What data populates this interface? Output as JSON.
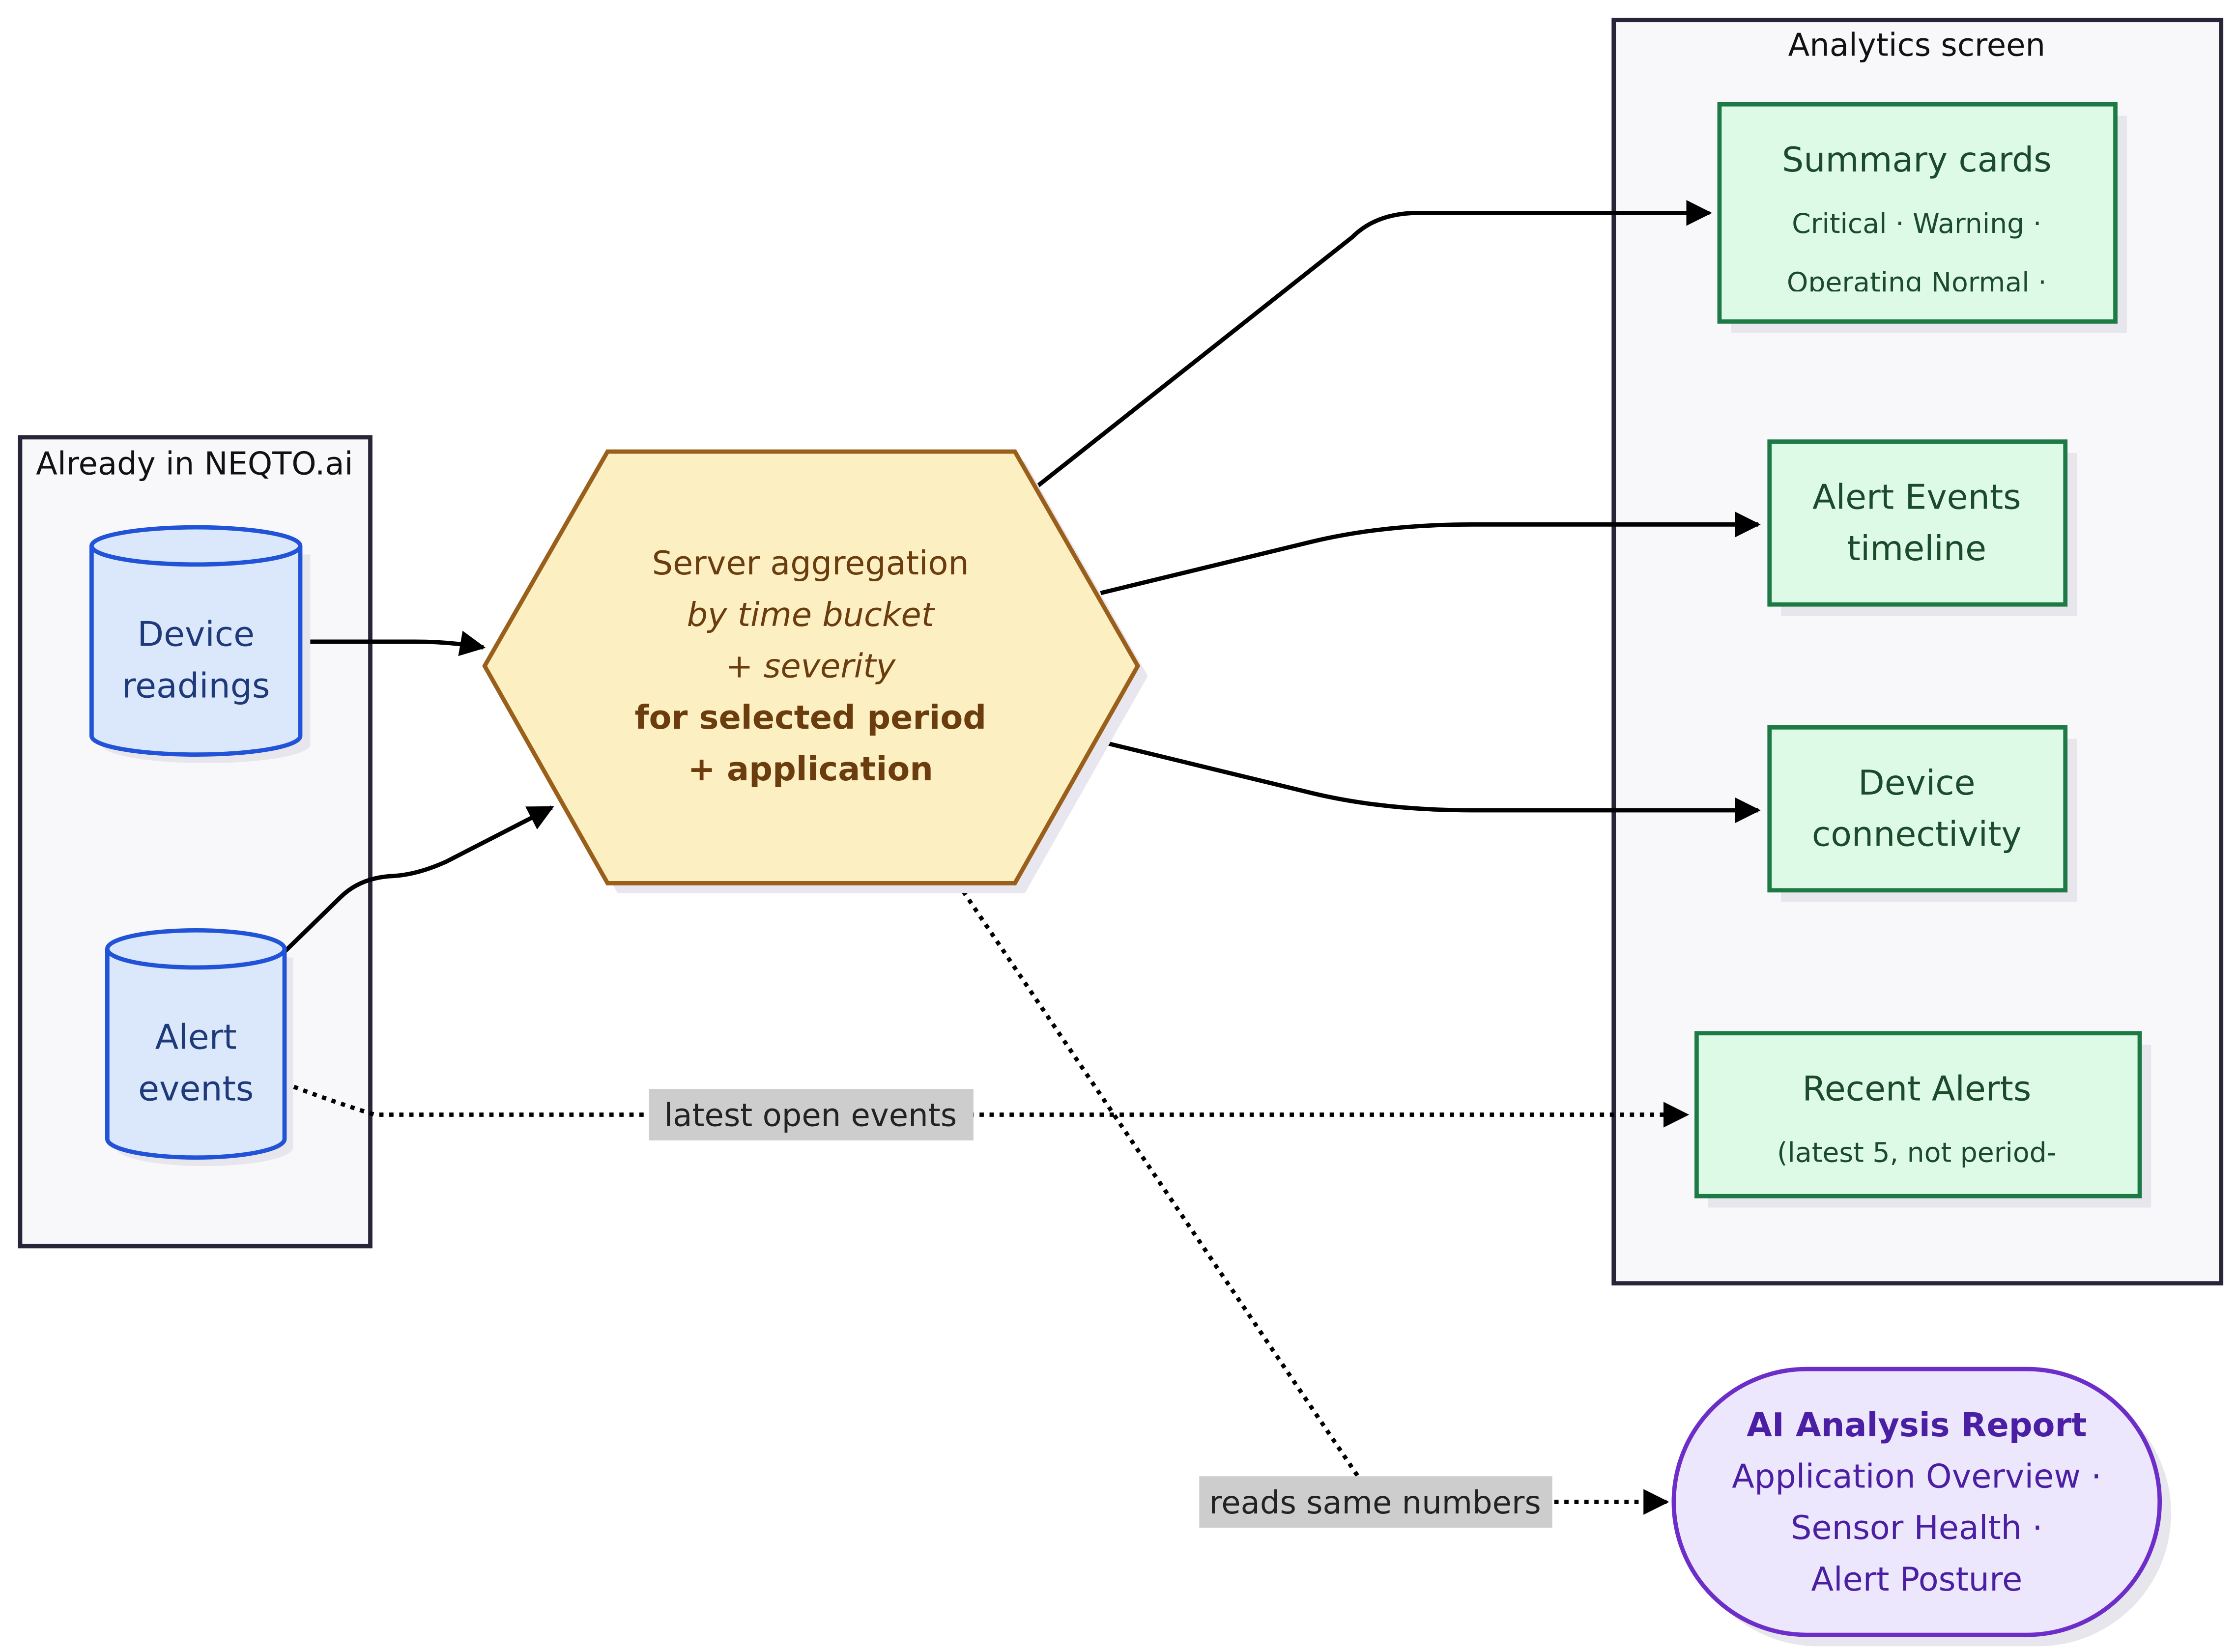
{
  "groups": {
    "source": {
      "label": "Already in NEQTO.ai"
    },
    "screen": {
      "label": "Analytics screen"
    }
  },
  "nodes": {
    "device_readings": {
      "line1": "Device",
      "line2": "readings"
    },
    "alert_events": {
      "line1": "Alert",
      "line2": "events"
    },
    "aggregation": {
      "line1": "Server aggregation",
      "line2": "by time bucket",
      "line3": "+ severity",
      "line4": "for selected period",
      "line5": "+ application"
    },
    "summary_cards": {
      "title": "Summary cards",
      "line2": "Critical · Warning ·",
      "line3": "Operating Normal ·"
    },
    "alert_timeline": {
      "line1": "Alert Events",
      "line2": "timeline"
    },
    "device_connectivity": {
      "line1": "Device",
      "line2": "connectivity"
    },
    "recent_alerts": {
      "title": "Recent Alerts",
      "line2": "(latest 5, not period-"
    },
    "ai_report": {
      "title": "AI Analysis Report",
      "line2": "Application Overview ·",
      "line3": "Sensor Health ·",
      "line4": "Alert Posture"
    }
  },
  "edges": {
    "latest_open": {
      "label": "latest open events"
    },
    "reads_same": {
      "label": "reads same numbers"
    }
  },
  "colors": {
    "cylinder_fill": "#dbe8fb",
    "cylinder_stroke": "#2153d8",
    "cylinder_text": "#1f3a7a",
    "hex_fill": "#fcf0c3",
    "hex_stroke": "#9a5f1b",
    "hex_text": "#6b3c0d",
    "green_fill": "#dcfae6",
    "green_stroke": "#1d7a45",
    "green_text": "#1b4a2c",
    "purple_fill": "#ece7fc",
    "purple_stroke": "#6d2dc9",
    "purple_text": "#4b1fa3",
    "group_fill": "#f8f8fb",
    "group_stroke": "#262638",
    "label_bg": "#cdcdcd"
  }
}
